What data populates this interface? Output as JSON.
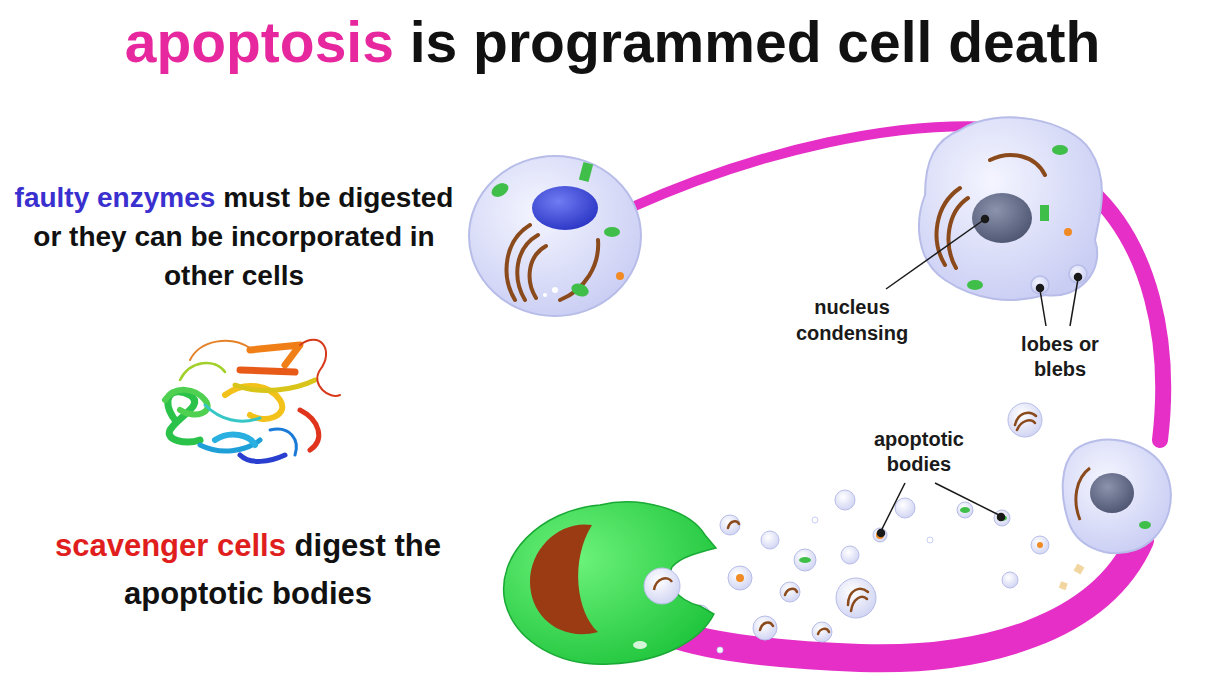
{
  "diagram": {
    "title": "apoptosis is programmed cell death",
    "labels": [
      "faulty enzymes",
      "must be digested or they can be incorporated in other cells",
      "scavenger cells",
      "digest the apoptotic bodies",
      "nucleus condensing",
      "lobes or blebs",
      "apoptotic bodies"
    ]
  }
}
